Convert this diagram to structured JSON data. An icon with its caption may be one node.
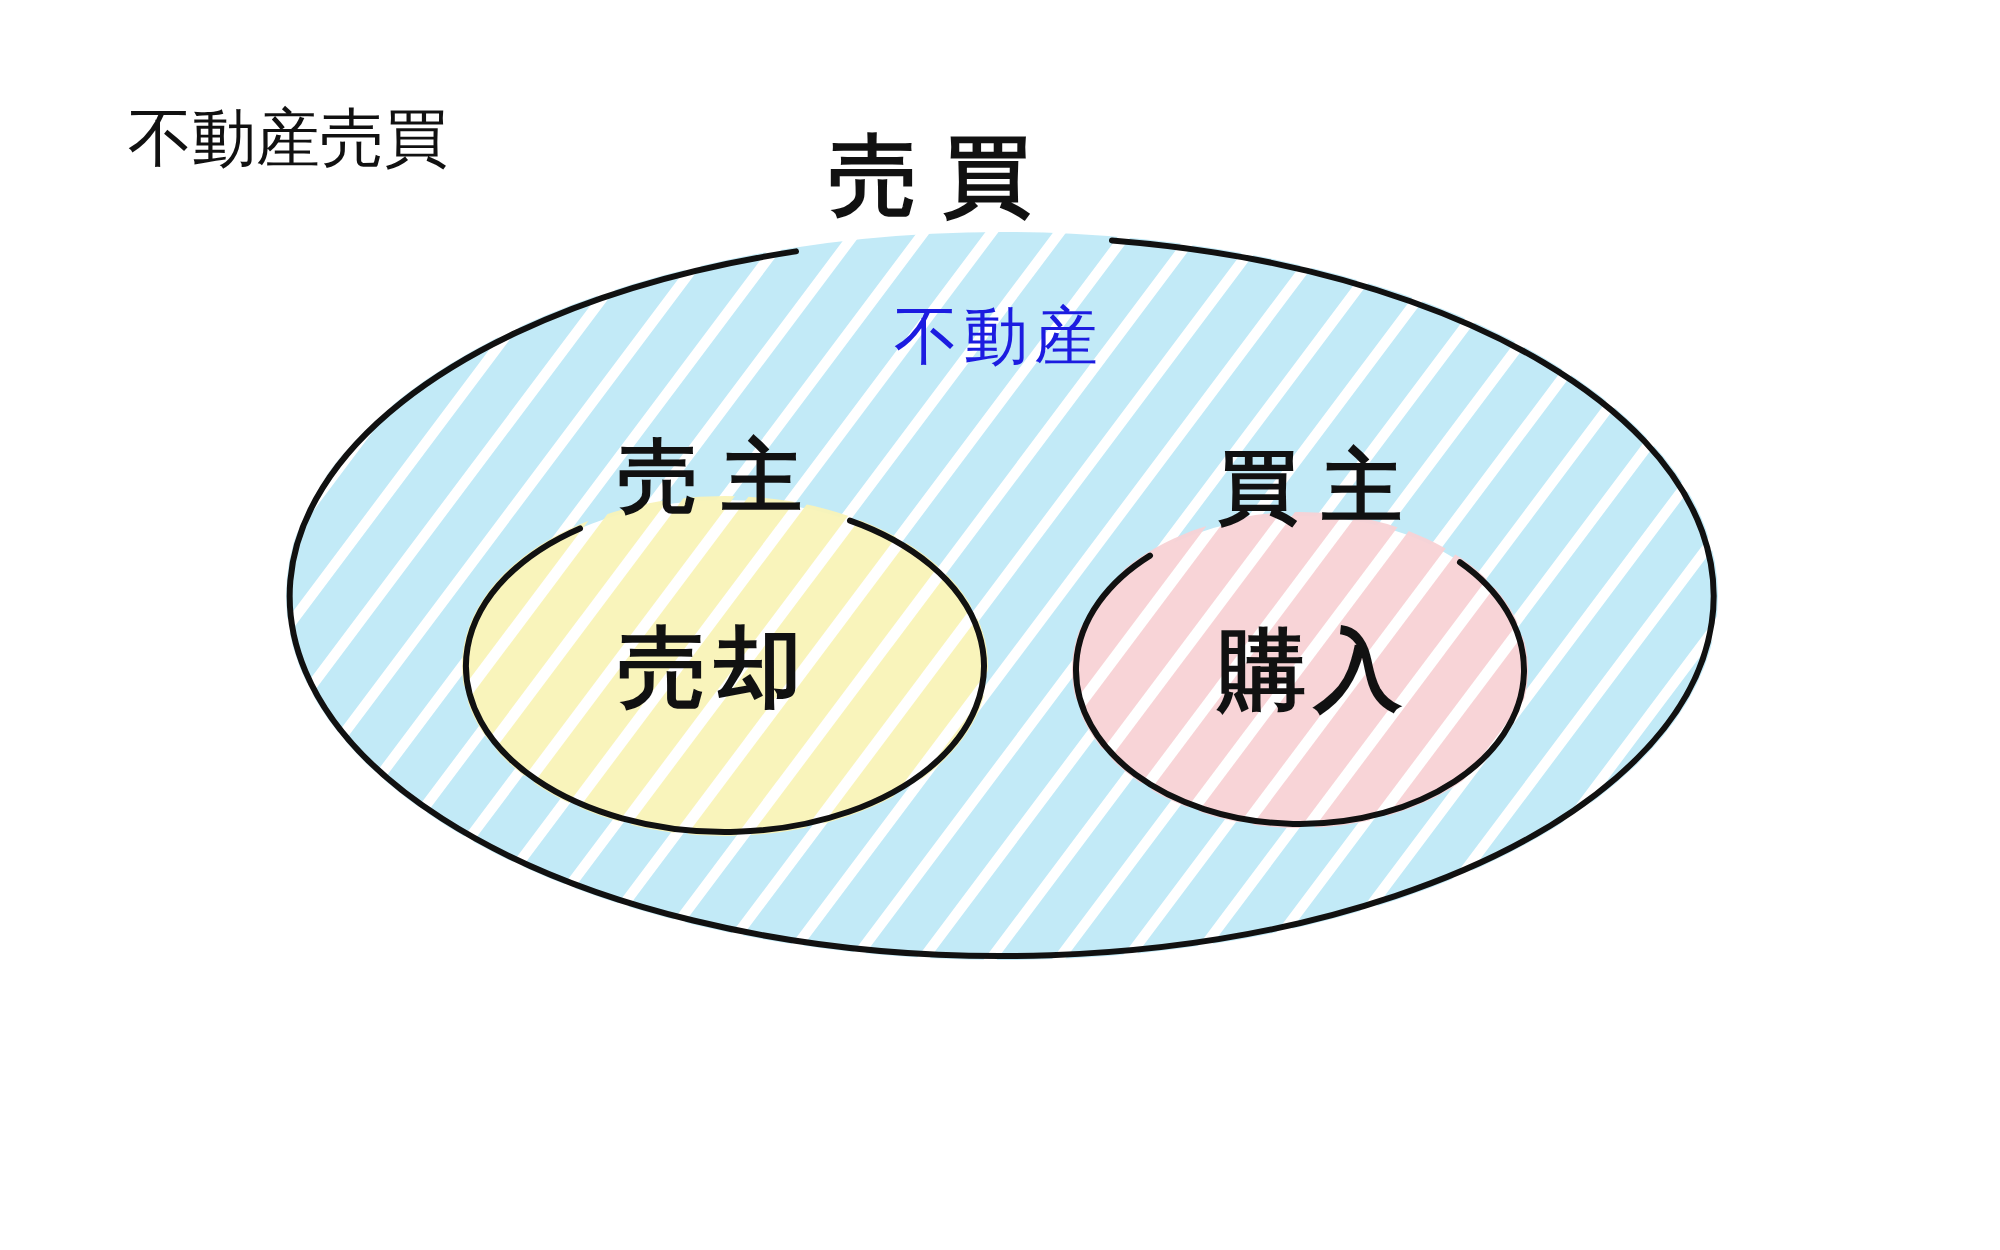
{
  "diagram": {
    "title": "不動産売買",
    "nodes": [
      {
        "text": [
          "売買",
          "不動産"
        ]
      },
      {
        "text": [
          "売主",
          "売却"
        ],
        "in": 0
      },
      {
        "text": [
          "買主",
          "購入"
        ],
        "in": 0
      }
    ]
  }
}
